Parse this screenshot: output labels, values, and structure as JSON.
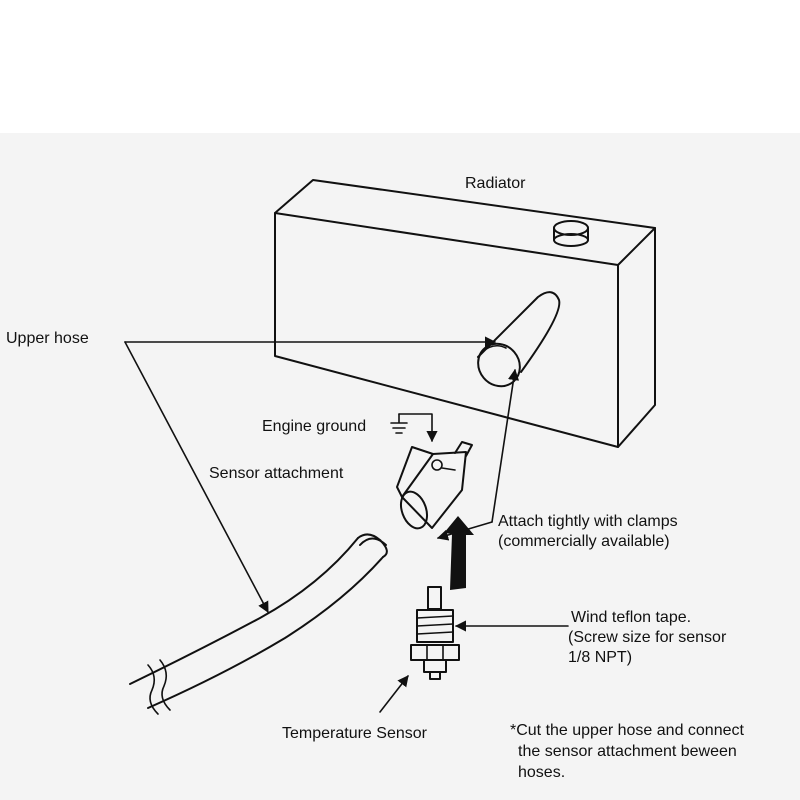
{
  "labels": {
    "radiator": "Radiator",
    "upper_hose": "Upper hose",
    "engine_ground": "Engine ground",
    "sensor_attachment": "Sensor attachment",
    "clamps_line1": "Attach tightly with clamps",
    "clamps_line2": "(commercially available)",
    "teflon_line1": "Wind teflon tape.",
    "teflon_line2": "(Screw size for sensor",
    "teflon_line3": "1/8 NPT)",
    "temperature_sensor": "Temperature Sensor",
    "note_line1": "*Cut the upper hose and connect",
    "note_line2": "the sensor attachment beween",
    "note_line3": "hoses."
  },
  "colors": {
    "ink": "#111111",
    "sheet": "#f4f4f4",
    "page": "#ffffff"
  },
  "icons": {
    "engine_ground": "ground-symbol-icon"
  }
}
